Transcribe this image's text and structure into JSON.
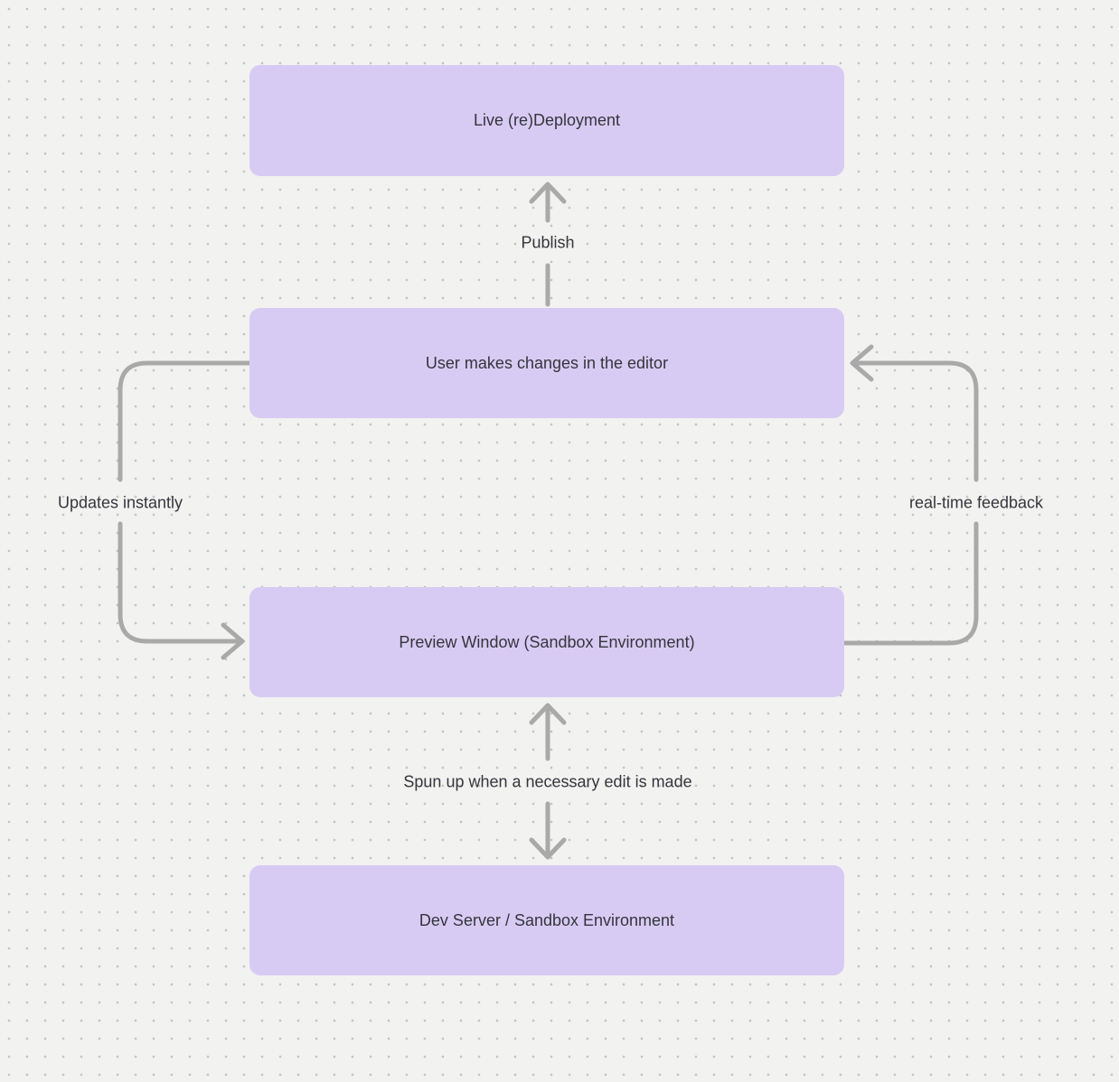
{
  "colors": {
    "bg": "#f2f2f1",
    "dot": "#c4c4c2",
    "node_fill": "#d8cbf3",
    "arrow": "#a9a9a9",
    "text": "#35353d"
  },
  "diagram": {
    "nodes": [
      {
        "id": "live-deployment",
        "label": "Live (re)Deployment"
      },
      {
        "id": "editor",
        "label": "User makes changes in the editor"
      },
      {
        "id": "preview-window",
        "label": "Preview Window (Sandbox Environment)"
      },
      {
        "id": "dev-server",
        "label": "Dev Server / Sandbox Environment"
      }
    ],
    "edges": [
      {
        "id": "publish",
        "label": "Publish",
        "from": "editor",
        "to": "live-deployment",
        "direction": "up"
      },
      {
        "id": "updates-instantly",
        "label": "Updates instantly",
        "from": "editor",
        "to": "preview-window",
        "direction": "left-loop"
      },
      {
        "id": "realtime-feedback",
        "label": "real-time feedback",
        "from": "preview-window",
        "to": "editor",
        "direction": "right-loop"
      },
      {
        "id": "spun-up",
        "label": "Spun up when a necessary edit is made",
        "from": "preview-window",
        "to": "dev-server",
        "direction": "bidirectional"
      }
    ]
  }
}
